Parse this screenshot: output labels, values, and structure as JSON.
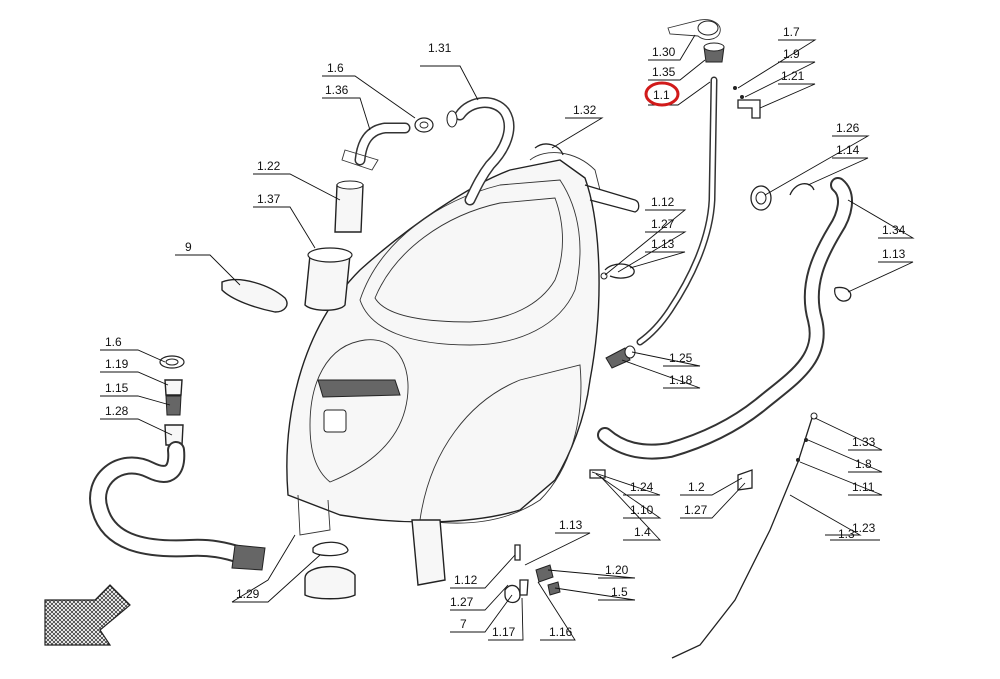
{
  "diagram": {
    "labels": [
      "1.31",
      "1.6",
      "1.36",
      "1.32",
      "1.22",
      "1.37",
      "9",
      "1.30",
      "1.35",
      "1.1",
      "1.7",
      "1.9",
      "1.21",
      "1.26",
      "1.14",
      "1.12",
      "1.27",
      "1.13",
      "1.34",
      "1.13",
      "1.25",
      "1.18",
      "1.6",
      "1.19",
      "1.15",
      "1.28",
      "1.24",
      "1.10",
      "1.4",
      "1.2",
      "1.27",
      "1.33",
      "1.8",
      "1.11",
      "1.3",
      "1.23",
      "1.13",
      "1.12",
      "1.27",
      "7",
      "1.17",
      "1.16",
      "1.20",
      "1.5",
      "1.29"
    ],
    "highlighted_label": "1.1",
    "highlight_color": "#d11a1a"
  }
}
